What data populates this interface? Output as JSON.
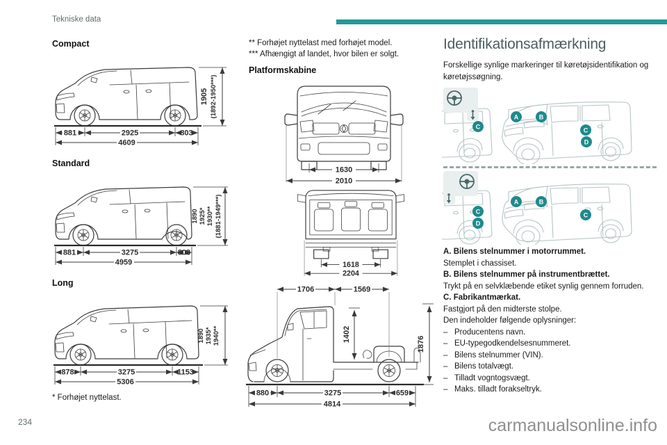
{
  "page": {
    "header": "Tekniske data",
    "page_number": "234",
    "watermark": "carmanualsonline.info",
    "accent_color": "#259898"
  },
  "left_column": {
    "compact": {
      "title": "Compact",
      "front_overhang": "881",
      "wheelbase": "2925",
      "rear_overhang": "803",
      "total_length": "4609",
      "height_lines": [
        "1905",
        "(1892-1950***)"
      ]
    },
    "standard": {
      "title": "Standard",
      "front_overhang": "881",
      "wheelbase": "3275",
      "rear_overhang": "803",
      "total_length": "4959",
      "height_lines": [
        "1890",
        "1925*",
        "1930**",
        "(1881-1949***)"
      ]
    },
    "long": {
      "title": "Long",
      "front_overhang": "878",
      "wheelbase": "3275",
      "rear_overhang": "1153",
      "total_length": "5306",
      "height_lines": [
        "1890",
        "1935*",
        "1940**"
      ]
    },
    "footnote1": "* Forhøjet nyttelast."
  },
  "middle_column": {
    "footnote2": "** Forhøjet nyttelast med forhøjet model.",
    "footnote3": "*** Afhængigt af landet, hvor bilen er solgt.",
    "platform_title": "Platformskabine",
    "front_view": {
      "track": "1630",
      "width": "2010"
    },
    "rear_view": {
      "track": "1618",
      "width": "2204"
    },
    "side_view": {
      "cab_length": "1706",
      "rear_length": "1569",
      "platform_height": "1402",
      "total_height": "1876",
      "front_overhang": "880",
      "wheelbase": "3275",
      "rear_overhang": "659",
      "total_length": "4814"
    }
  },
  "right_column": {
    "title": "Identifikationsafmærkning",
    "intro": "Forskellige synlige markeringer til køretøjsidentifikation og køretøjssøgning.",
    "markers": {
      "a": "A",
      "b": "B",
      "c": "C",
      "d": "D"
    },
    "items": [
      {
        "label": "A. Bilens stelnummer i motorrummet.",
        "text": "Stemplet i chassiset."
      },
      {
        "label": "B. Bilens stelnummer på instrumentbrættet.",
        "text": "Trykt på en selvklæbende etiket synlig gennem forruden."
      },
      {
        "label": "C. Fabrikantmærkat.",
        "text": "Fastgjort på den midterste stolpe."
      }
    ],
    "list_intro": "Den indeholder følgende oplysninger:",
    "dash": "–",
    "list": [
      "Producentens navn.",
      "EU-typegodkendelsesnummeret.",
      "Bilens stelnummer (VIN).",
      "Bilens totalvægt.",
      "Tilladt vogntogsvægt.",
      "Maks. tilladt forakseltryk."
    ]
  }
}
